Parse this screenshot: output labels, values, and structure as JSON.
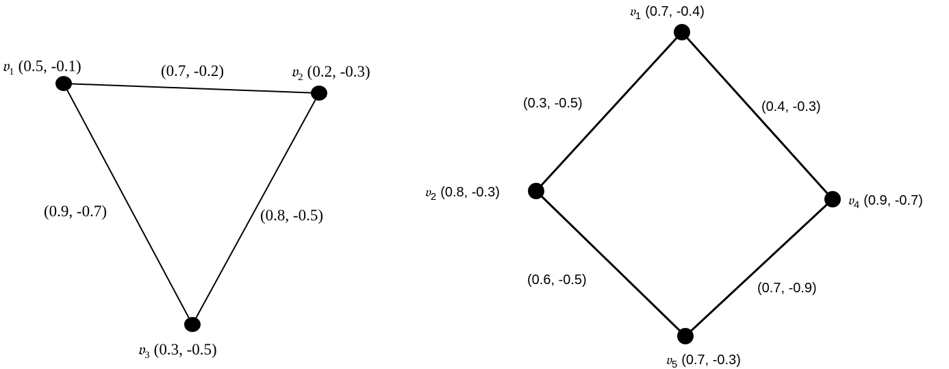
{
  "graphs": [
    {
      "nodes": [
        {
          "name": "𝔳",
          "sub": "1",
          "value": "(0.5, -0.1)"
        },
        {
          "name": "𝔳",
          "sub": "2",
          "value": "(0.2, -0.3)"
        },
        {
          "name": "𝔳",
          "sub": "3",
          "value": "(0.3, -0.5)"
        }
      ],
      "edges": [
        {
          "from": "v1",
          "to": "v2",
          "value": "(0.7, -0.2)"
        },
        {
          "from": "v1",
          "to": "v3",
          "value": "(0.9, -0.7)"
        },
        {
          "from": "v2",
          "to": "v3",
          "value": "(0.8, -0.5)"
        }
      ]
    },
    {
      "nodes": [
        {
          "name": "𝔳",
          "sub": "1",
          "value": "(0.7, -0.4)"
        },
        {
          "name": "𝔳",
          "sub": "2",
          "value": "(0.8, -0.3)"
        },
        {
          "name": "𝔳",
          "sub": "4",
          "value": "(0.9, -0.7)"
        },
        {
          "name": "𝔳",
          "sub": "5",
          "value": "(0.7, -0.3)"
        }
      ],
      "edges": [
        {
          "from": "v1",
          "to": "v2",
          "value": "(0.3, -0.5)"
        },
        {
          "from": "v1",
          "to": "v4",
          "value": "(0.4, -0.3)"
        },
        {
          "from": "v2",
          "to": "v5",
          "value": "(0.6, -0.5)"
        },
        {
          "from": "v4",
          "to": "v5",
          "value": "(0.7, -0.9)"
        }
      ]
    }
  ]
}
